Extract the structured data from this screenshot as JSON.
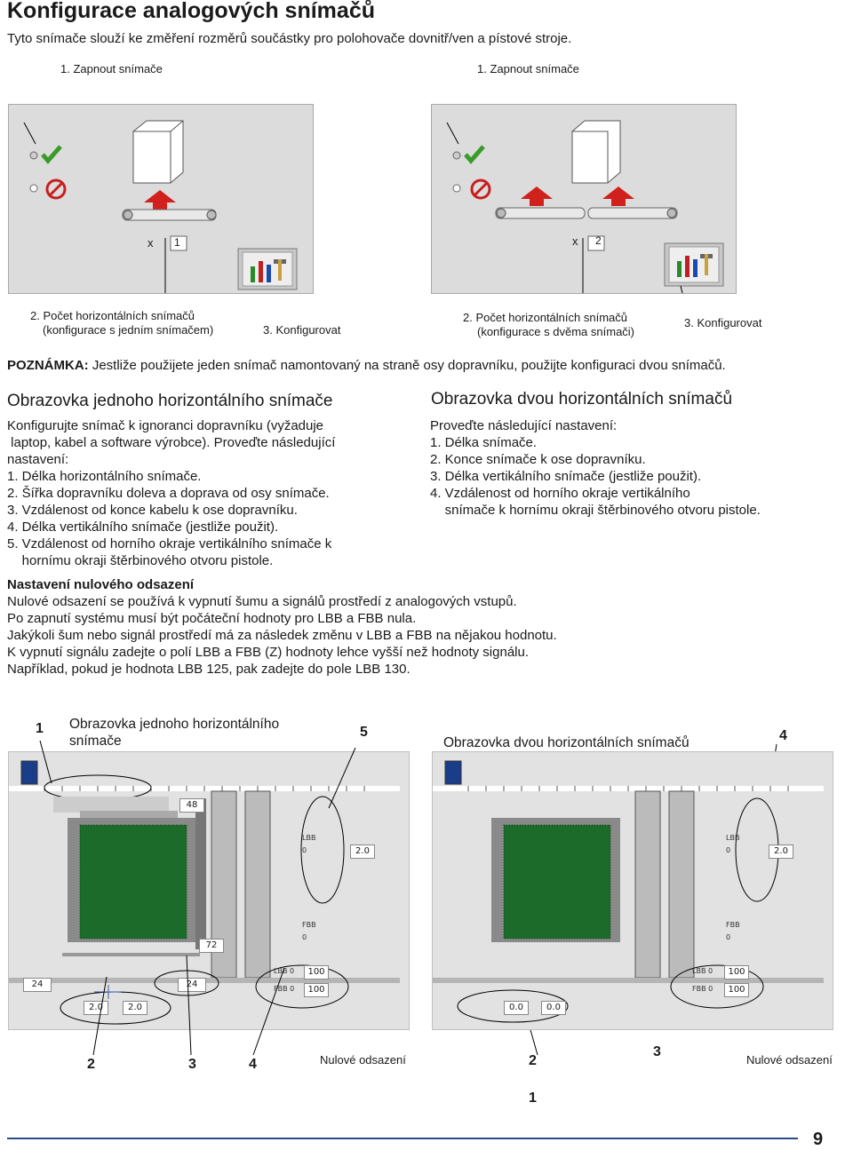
{
  "title": "Konfigurace analogových snímačů",
  "subtitle": "Tyto snímače slouží ke změření rozměrů součástky pro polohovače dovnitř/ven a pístové stroje.",
  "top_left": {
    "step1": "1. Zapnout snímače",
    "x_label": "x",
    "count": "1",
    "step2_line1": "2. Počet horizontálních snímačů",
    "step2_line2": "(konfigurace s jedním snímačem)",
    "step3": "3. Konfigurovat"
  },
  "top_right": {
    "step1": "1. Zapnout snímače",
    "x_label": "x",
    "count": "2",
    "step2_line1": "2. Počet horizontálních snímačů",
    "step2_line2": "(konfigurace s dvěma snímači)",
    "step3": "3. Konfigurovat"
  },
  "note": {
    "label": "POZNÁMKA:",
    "text": " Jestliže použijete jeden snímač namontovaný na straně osy dopravníku, použijte konfiguraci dvou snímačů."
  },
  "single_section": {
    "heading": "Obrazovka jednoho horizontálního snímače",
    "intro_1": "Konfigurujte snímač k ignoranci dopravníku (vyžaduje",
    "intro_2": " laptop, kabel a software výrobce). Proveďte následující",
    "intro_3": "nastavení:",
    "items": [
      "1. Délka horizontálního snímače.",
      "2. Šířka dopravníku doleva a doprava od osy snímače.",
      "3. Vzdálenost od konce kabelu k ose dopravníku.",
      "4. Délka vertikálního snímače (jestliže použit).",
      "5. Vzdálenost od horního okraje vertikálního snímače k",
      "    hornímu okraji štěrbinového otvoru pistole."
    ]
  },
  "double_section": {
    "heading": "Obrazovka dvou horizontálních snímačů",
    "intro": "Proveďte následující nastavení:",
    "items": [
      "1. Délka snímače.",
      "2. Konce snímače k ose dopravníku.",
      "3. Délka vertikálního snímače (jestliže použit).",
      "4. Vzdálenost od horního okraje vertikálního",
      "    snímače k hornímu okraji štěrbinového otvoru pistole."
    ]
  },
  "zero_offset": {
    "heading": "Nastavení nulového odsazení",
    "lines": [
      "Nulové odsazení se používá k vypnutí šumu a signálů prostředí z analogových vstupů.",
      "Po zapnutí systému musí být počáteční hodnoty pro LBB a FBB nula.",
      "Jakýkoli šum nebo signál prostředí má za následek změnu v LBB a FBB na nějakou hodnotu.",
      "K vypnutí signálu zadejte o polí LBB a FBB (Z) hodnoty lehce vyšší než hodnoty signálu.",
      "Například, pokud je hodnota LBB 125, pak zadejte do pole LBB 130."
    ]
  },
  "bottom_left": {
    "callout_1": "1",
    "title_line1": "Obrazovka jednoho horizontálního",
    "title_line2": "snímače",
    "callout_5": "5",
    "field_48": "48",
    "field_72": "72",
    "field_24a": "24",
    "field_24b": "24",
    "lbb_label": "LBB",
    "lbb_value": "0",
    "fbb_label": "FBB",
    "fbb_value": "0",
    "field_20": "2.0",
    "lbb0_label": "LBB 0",
    "fbb0_label": "FBB 0",
    "field_100a": "100",
    "field_100b": "100",
    "field_20a": "2.0",
    "field_20b": "2.0",
    "callout_2": "2",
    "callout_3": "3",
    "callout_4": "4",
    "zero_label": "Nulové odsazení"
  },
  "bottom_right": {
    "title": "Obrazovka dvou horizontálních snímačů",
    "callout_4": "4",
    "lbb_label": "LBB",
    "lbb_value": "0",
    "fbb_label": "FBB",
    "fbb_value": "0",
    "field_20": "2.0",
    "lbb0_label": "LBB 0",
    "fbb0_label": "FBB 0",
    "field_100a": "100",
    "field_100b": "100",
    "field_00a": "0.0",
    "field_00b": "0.0",
    "callout_2": "2",
    "callout_3": "3",
    "callout_1": "1",
    "zero_label": "Nulové odsazení"
  },
  "page_number": "9",
  "colors": {
    "panel_bg": "#dcdcdc",
    "check_green": "#3a9a2a",
    "stop_red": "#c81e1e",
    "arrow_red": "#d0211c",
    "grid_green": "#1d6b2a",
    "footer_blue": "#2a4a8a"
  }
}
